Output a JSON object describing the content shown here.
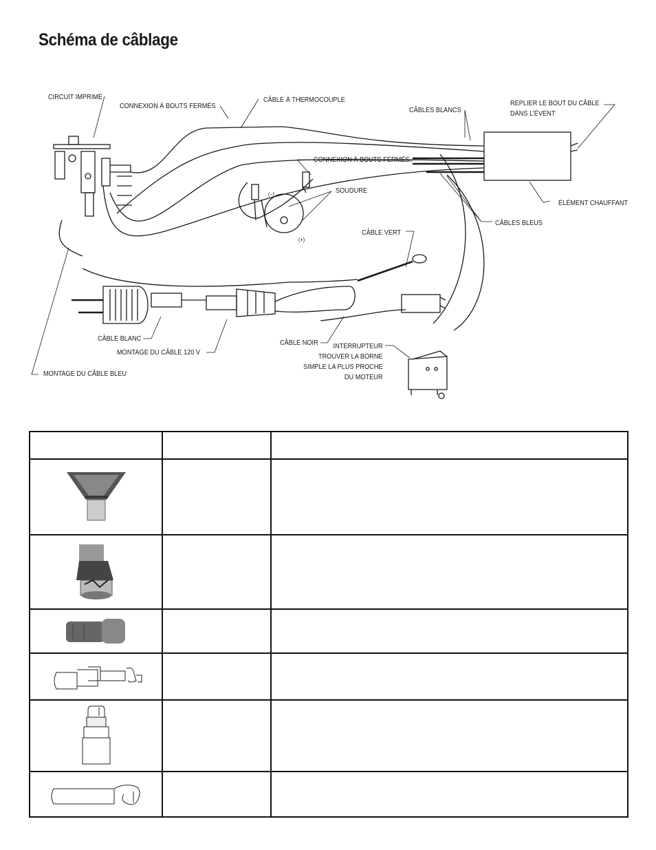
{
  "page": {
    "title": "Schéma de câblage"
  },
  "diagram": {
    "labels": {
      "circuit_imprime": "CIRCUIT IMPRIMÉ",
      "connexion_bouts_fermes_1": "CONNEXION À BOUTS FERMÉS",
      "cable_thermocouple": "CÂBLE À THERMOCOUPLE",
      "cables_blancs": "CÂBLES BLANCS",
      "replier_line1": "REPLIER LE BOUT DU CÂBLE",
      "replier_line2": "DANS L’ÉVENT",
      "connexion_bouts_fermes_2": "CONNEXION À BOUTS FERMÉS",
      "soudure": "SOUDURE",
      "element_chauffant": "ÉLÉMENT CHAUFFANT",
      "cables_bleus": "CÂBLES BLEUS",
      "cable_vert": "CÂBLE VERT",
      "minus": "(–)",
      "plus": "(+)",
      "cable_blanc": "CÂBLE BLANC",
      "montage_cable_120v": "MONTAGE DU CÂBLE 120 V",
      "cable_noir": "CÂBLE NOIR",
      "interrupteur_line1": "INTERRUPTEUR",
      "interrupteur_line2": "TROUVER LA BORNE",
      "interrupteur_line3": "SIMPLE LA PLUS PROCHE",
      "interrupteur_line4": "DU MOTEUR",
      "montage_cable_bleu": "MONTAGE DU CÂBLE BLEU"
    }
  },
  "parts_table": {
    "headers": [
      "",
      "",
      ""
    ],
    "rows": [
      {
        "icon": "deflector-nozzle-icon",
        "name": "",
        "description": ""
      },
      {
        "icon": "reflector-nozzle-icon",
        "name": "",
        "description": ""
      },
      {
        "icon": "reducer-nozzle-icon",
        "name": "",
        "description": ""
      },
      {
        "icon": "glass-protector-nozzle-icon",
        "name": "",
        "description": ""
      },
      {
        "icon": "cone-nozzle-icon",
        "name": "",
        "description": ""
      },
      {
        "icon": "spoon-reflector-icon",
        "name": "",
        "description": ""
      }
    ]
  },
  "colors": {
    "ink": "#1a1a1a",
    "background": "#ffffff"
  }
}
